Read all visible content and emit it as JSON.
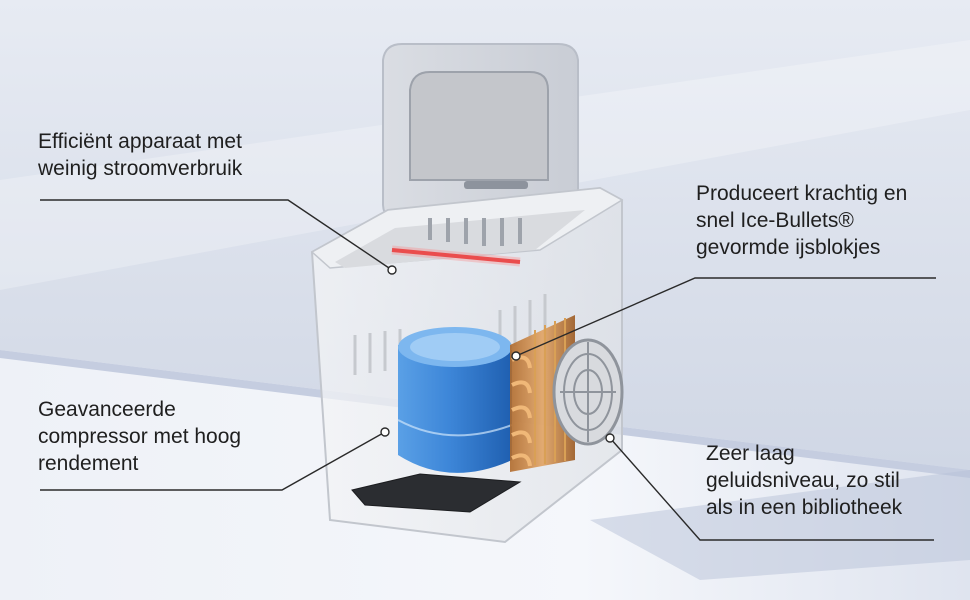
{
  "callouts": [
    {
      "lines": [
        "Efficiënt apparaat met",
        "weinig stroomverbruik"
      ]
    },
    {
      "lines": [
        "Produceert krachtig en",
        "snel Ice-Bullets®",
        "gevormde ijsblokjes"
      ]
    },
    {
      "lines": [
        "Geavanceerde",
        "compressor met hoog",
        "rendement"
      ]
    },
    {
      "lines": [
        "Zeer laag",
        "geluidsniveau, zo stil",
        "als in een bibliotheek"
      ]
    }
  ],
  "colors": {
    "background": "#e9edf4",
    "leader_line": "#2a2a2a",
    "text": "#1f1f1f",
    "water_tank": "#3f86d8",
    "copper_coil": "#c9843f",
    "heating_strip": "#e23a3a"
  },
  "icons": [
    "ice-maker-illustration",
    "fan-icon",
    "condenser-coil-icon"
  ]
}
